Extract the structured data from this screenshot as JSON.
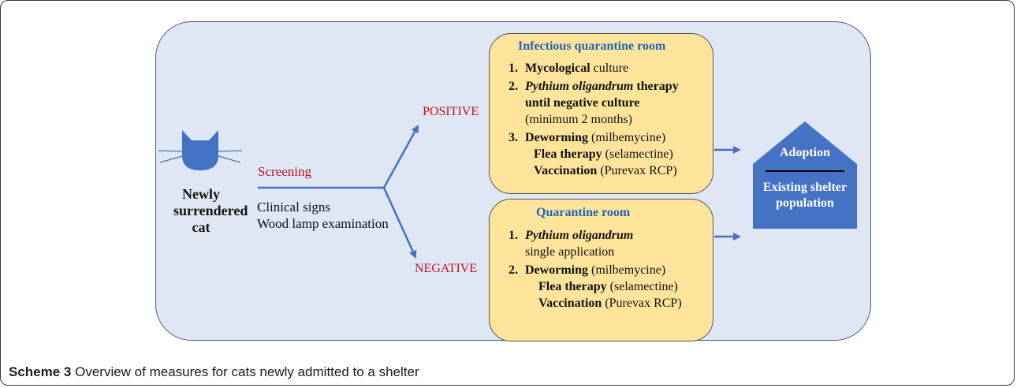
{
  "colors": {
    "panel": "#dfe6f4",
    "box": "#ffe49c",
    "arrow": "#4472c4",
    "red_text": "#c0121f",
    "title_blue": "#2166b8",
    "icon": "#4472c4"
  },
  "cat": {
    "icon": "cat-head-icon",
    "label_1": "Newly",
    "label_2": "surrendered",
    "label_3": "cat"
  },
  "screening": {
    "label": "Screening",
    "criteria_1": "Clinical signs",
    "criteria_2": "Wood lamp examination"
  },
  "branches": {
    "positive": "POSITIVE",
    "negative": "NEGATIVE"
  },
  "infectious_room": {
    "title": "Infectious quarantine room",
    "s1_num": "1.",
    "s1_bold": "Mycological",
    "s1_rest": " culture",
    "s2_num": "2.",
    "s2_italic": "Pythium oligandrum",
    "s2_bold": " therapy",
    "s2_line2": "until negative culture",
    "s2_line3": "(minimum 2 months)",
    "s3_num": "3.",
    "s3_bold": "Deworming",
    "s3_rest": " (milbemycine)",
    "s3_flea_bold": "Flea therapy",
    "s3_flea_rest": " (selamectine)",
    "s3_vacc_bold": "Vaccination",
    "s3_vacc_rest": " (Purevax RCP)"
  },
  "quarantine_room": {
    "title": "Quarantine room",
    "s1_num": "1.",
    "s1_italic": "Pythium oligandrum",
    "s1_line2": "single application",
    "s2_num": "2.",
    "s2_bold": "Deworming",
    "s2_rest": " (milbemycine)",
    "s2_flea_bold": "Flea therapy",
    "s2_flea_rest": " (selamectine)",
    "s2_vacc_bold": "Vaccination",
    "s2_vacc_rest": " (Purevax RCP)"
  },
  "outcome": {
    "adoption": "Adoption",
    "existing_1": "Existing shelter",
    "existing_2": "population"
  },
  "caption": {
    "label": "Scheme 3",
    "text": " Overview of measures for cats newly admitted to a shelter"
  }
}
